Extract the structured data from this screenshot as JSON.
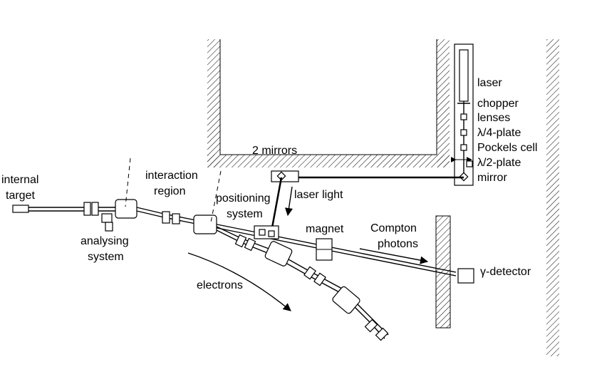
{
  "labels": {
    "internal_target_line1": "internal",
    "internal_target_line2": "target",
    "interaction_region_line1": "interaction",
    "interaction_region_line2": "region",
    "analysing_system_line1": "analysing",
    "analysing_system_line2": "system",
    "positioning_system_line1": "positioning",
    "positioning_system_line2": "system",
    "two_mirrors": "2 mirrors",
    "laser_light": "laser light",
    "magnet": "magnet",
    "compton_photons_line1": "Compton",
    "compton_photons_line2": "photons",
    "gamma_detector": "γ-detector",
    "electrons": "electrons"
  },
  "laser_components": [
    "laser",
    "chopper",
    "lenses",
    "λ/4-plate",
    "Pockels cell",
    "λ/2-plate",
    "mirror"
  ]
}
